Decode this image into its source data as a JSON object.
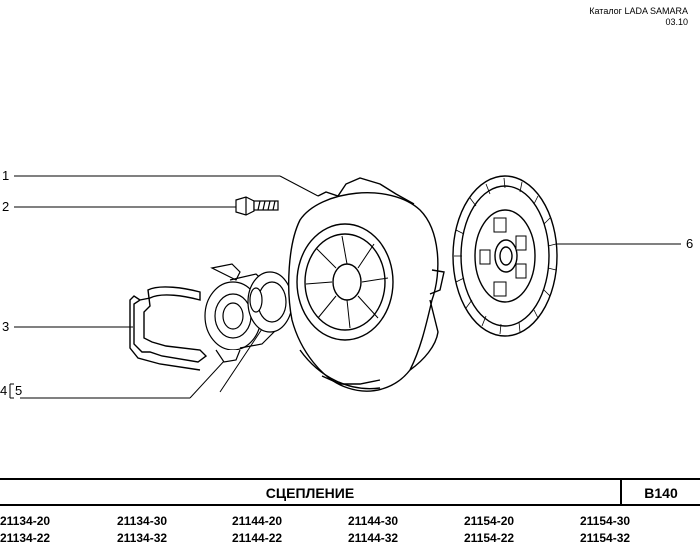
{
  "header": {
    "catalog": "Каталог  LADA SAMARA",
    "date": "03.10"
  },
  "callouts": [
    {
      "id": "1",
      "label": "1"
    },
    {
      "id": "2",
      "label": "2"
    },
    {
      "id": "3",
      "label": "3"
    },
    {
      "id": "4",
      "label": "4"
    },
    {
      "id": "5",
      "label": "5"
    },
    {
      "id": "6",
      "label": "6"
    }
  ],
  "title": "СЦЕПЛЕНИЕ",
  "section_code": "В140",
  "models": {
    "row1": [
      "21134-20",
      "21134-30",
      "21144-20",
      "21144-30",
      "21154-20",
      "21154-30"
    ],
    "row2": [
      "21134-22",
      "21134-32",
      "21144-22",
      "21144-32",
      "21154-22",
      "21154-32"
    ]
  }
}
